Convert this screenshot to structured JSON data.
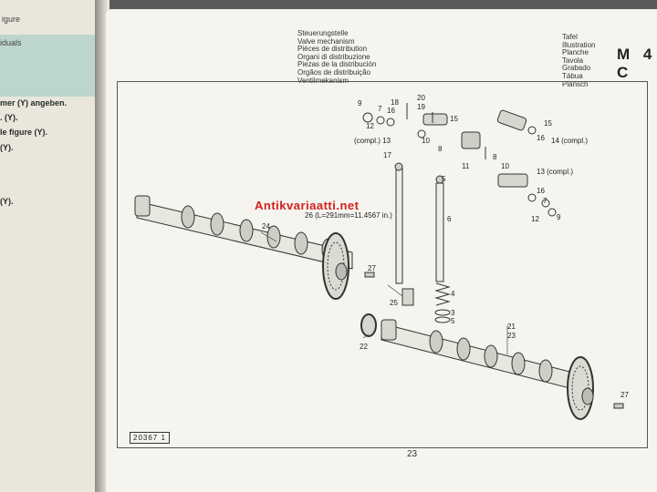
{
  "left_page": {
    "lines": [
      "igure",
      "iduals",
      "mer (Y) angeben.",
      ". (Y).",
      "le figure (Y).",
      "(Y).",
      "(Y)."
    ]
  },
  "header": {
    "titles": [
      "Steuerungstelle",
      "Valve mechanism",
      "Pièces de distribution",
      "Organi di distribuzione",
      "Piezas de la distribución",
      "Orgãos de distribuição",
      "Ventilmekanism"
    ],
    "plate_words": [
      "Tafel",
      "Illustration",
      "Planche",
      "Tavola",
      "Grabado",
      "Tábua",
      "Plansch"
    ],
    "page_code": "M 4 C"
  },
  "watermark": "Antikvariaatti.net",
  "figure_number": "20367 1",
  "page_number": "23",
  "callouts": {
    "c9a": "9",
    "c7a": "7",
    "c12a": "12",
    "c18": "18",
    "c16a": "16",
    "c20": "20",
    "c19": "19",
    "c15a": "15",
    "c13a": "(compl.) 13",
    "c10a": "10",
    "c8a": "8",
    "c17": "17",
    "c11": "11",
    "c5a": "5",
    "c6": "6",
    "c15b": "15",
    "c16b": "16",
    "c14": "14 (compl.)",
    "c8b": "8",
    "c10b": "10",
    "c13b": "13 (compl.)",
    "c16c": "16",
    "c7b": "7",
    "c12b": "12",
    "c9b": "9",
    "c24": "24",
    "c26": "26 (L=291mm=11.4567 in.)",
    "c27a": "27",
    "c25": "25",
    "c4": "4",
    "c3": "3",
    "c5b": "5",
    "c22": "22",
    "c21": "21",
    "c23": "23",
    "c27b": "27"
  }
}
